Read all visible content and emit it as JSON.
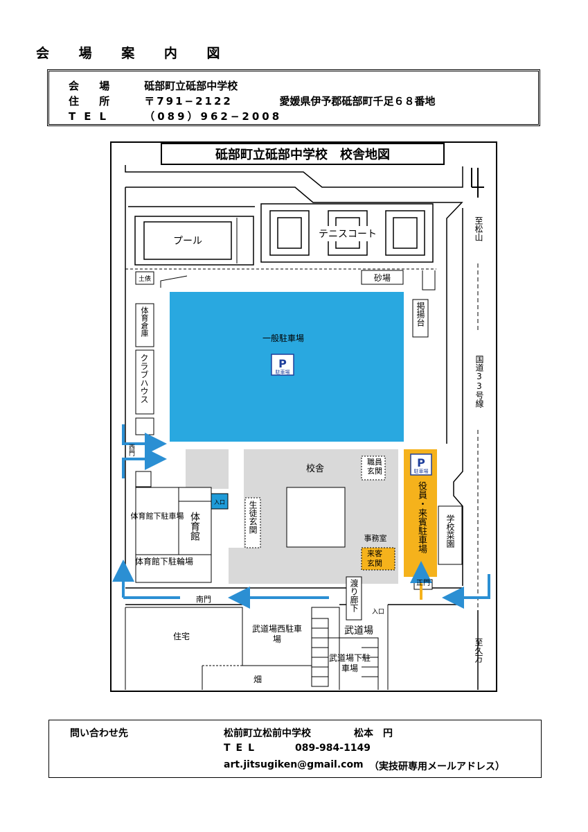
{
  "page_title": "会 場 案 内 図",
  "venue_info": {
    "venue_label": "会 場",
    "venue_name": "砥部町立砥部中学校",
    "address_label": "住 所",
    "postal_code": "〒791−2122",
    "address": "愛媛県伊予郡砥部町千足６８番地",
    "tel_label": "TEL",
    "tel": "（089）962−2008"
  },
  "map": {
    "title": "砥部町立砥部中学校　校舎地図",
    "pool": "プール",
    "tennis_court": "テニスコート",
    "sand_pit": "砂場",
    "soil_shed": "土俵",
    "gym_storage": "体育倉庫",
    "club_house": "クラブハウス",
    "flag_stand": "掲揚台",
    "general_parking": "一般駐車場",
    "parking_sign_p": "P",
    "parking_sign_text": "駐車場",
    "school_building": "校舎",
    "staff_entrance": "職員玄関",
    "student_entrance": "生徒玄関",
    "office": "事務室",
    "visitor_entrance": "来客玄関",
    "officer_parking": "役員・来賓駐車場",
    "entrance_small": "入口",
    "gym_lower_parking": "体育館下駐車場",
    "gym": "体育館",
    "gym_lower_bike": "体育館下駐輪場",
    "west_gate": "西門",
    "south_gate": "南門",
    "main_gate": "正門",
    "corridor": "渡り廊下",
    "entrance2": "入口",
    "budojo": "武道場",
    "budojo_west_parking": "武道場西駐車場",
    "budojo_lower_parking": "武道場下駐車場",
    "residence": "住宅",
    "field": "畑",
    "school_garden": "学校菜園",
    "to_matsuyama": "至松山",
    "route33": "国道33号線",
    "to_kuma": "至久万",
    "colors": {
      "general_parking": "#29a8e0",
      "building": "#d9d9d9",
      "officer_parking": "#f5b21c",
      "arrow_blue": "#2b8fd3",
      "entrance_blue": "#1f9bd8",
      "parking_sign": "#1f3f9b"
    }
  },
  "contact": {
    "label": "問い合わせ先",
    "school": "松前町立松前中学校",
    "person": "松本　円",
    "tel_label": "TEL",
    "tel": "089-984-1149",
    "email": "art.jitsugiken@gmail.com",
    "email_note": "（実技研専用メールアドレス）"
  }
}
